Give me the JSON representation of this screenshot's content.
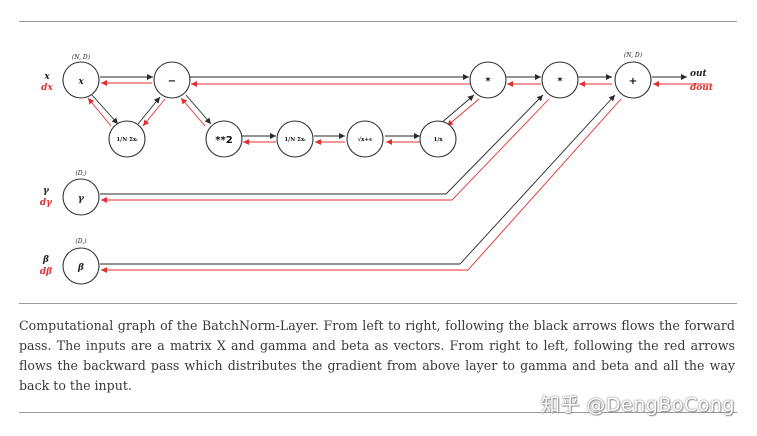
{
  "nodes": {
    "x": "x",
    "minus": "−",
    "square": "**2",
    "mean": "1/N Σxᵢ",
    "var_mean": "1/N Σxᵢ",
    "sqrt": "√x+ε",
    "inv": "1/x",
    "mul1": "*",
    "mul2": "*",
    "plus": "+",
    "gamma": "γ",
    "beta": "β"
  },
  "shapes": {
    "x": "(N, D)",
    "gamma": "(D,)",
    "beta": "(D,)",
    "out": "(N, D)"
  },
  "side_labels": {
    "x": "x",
    "dx": "dx",
    "gamma": "γ",
    "dgamma": "dγ",
    "beta": "β",
    "dbeta": "dβ",
    "out": "out",
    "dout": "dout"
  },
  "colors": {
    "forward": "#2a2a2a",
    "backward": "#e03030"
  },
  "caption": "Computational graph of the BatchNorm-Layer. From left to right, following the black arrows flows the forward pass. The inputs are a matrix X and gamma and beta as vectors. From right to left, following the red arrows flows the backward pass which distributes the gradient from above layer to gamma and beta and all the way back to the input.",
  "watermark": "知乎 @DengBoCong"
}
